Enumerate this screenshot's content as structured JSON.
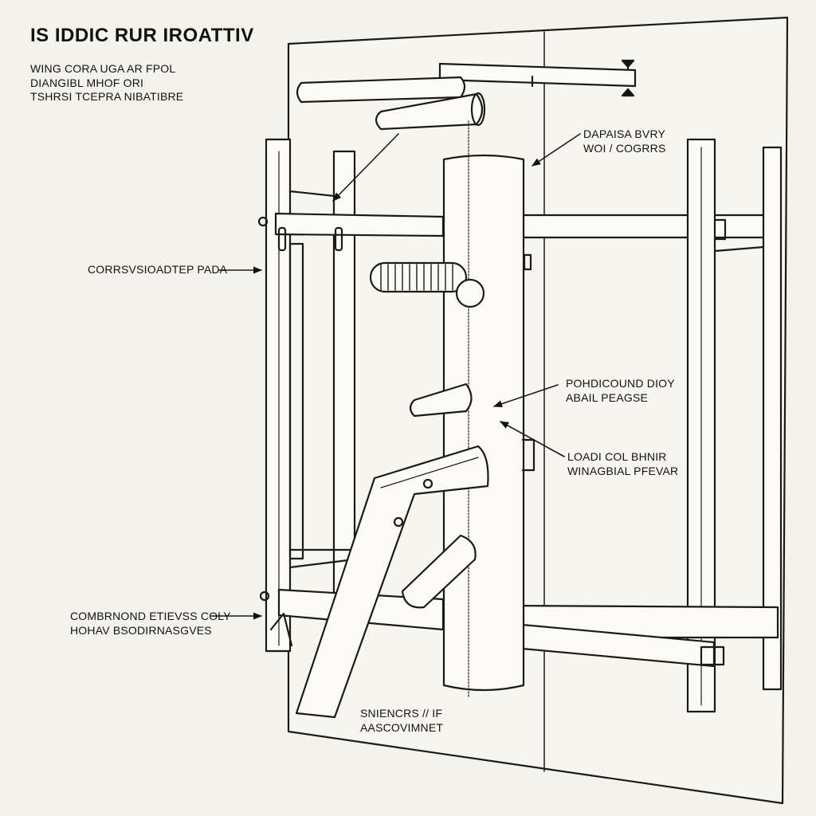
{
  "title": "IS IDDIC RUR IROATTIV",
  "intro": [
    "WING CORA UGA AR FPOL",
    "DIANGIBL MHOF ORI",
    "TSHRSI TCEPRA NIBATIBRE"
  ],
  "callouts": {
    "top_right": [
      "DAPAISA BVRY",
      "WOI / COGRRS"
    ],
    "left_mid": [
      "CORRSVSIOADTEP PADA"
    ],
    "right_mid": [
      "POHDICOUND DIOY",
      "ABAIL PEAGSE"
    ],
    "right_lower": [
      "LOADI COL BHNIR",
      "WINAGBIAL PFEVAR"
    ],
    "left_lower": [
      "COMBRNOND ETIEVSS COLY",
      "HOHAV BSODIRNASGVES"
    ],
    "bottom": [
      "SNIENCRS // IF",
      "AASCOVIMNET"
    ]
  },
  "colors": {
    "ink": "#1a1a1a",
    "paper": "#f4f2ec",
    "panel": "#f7f5ef"
  }
}
